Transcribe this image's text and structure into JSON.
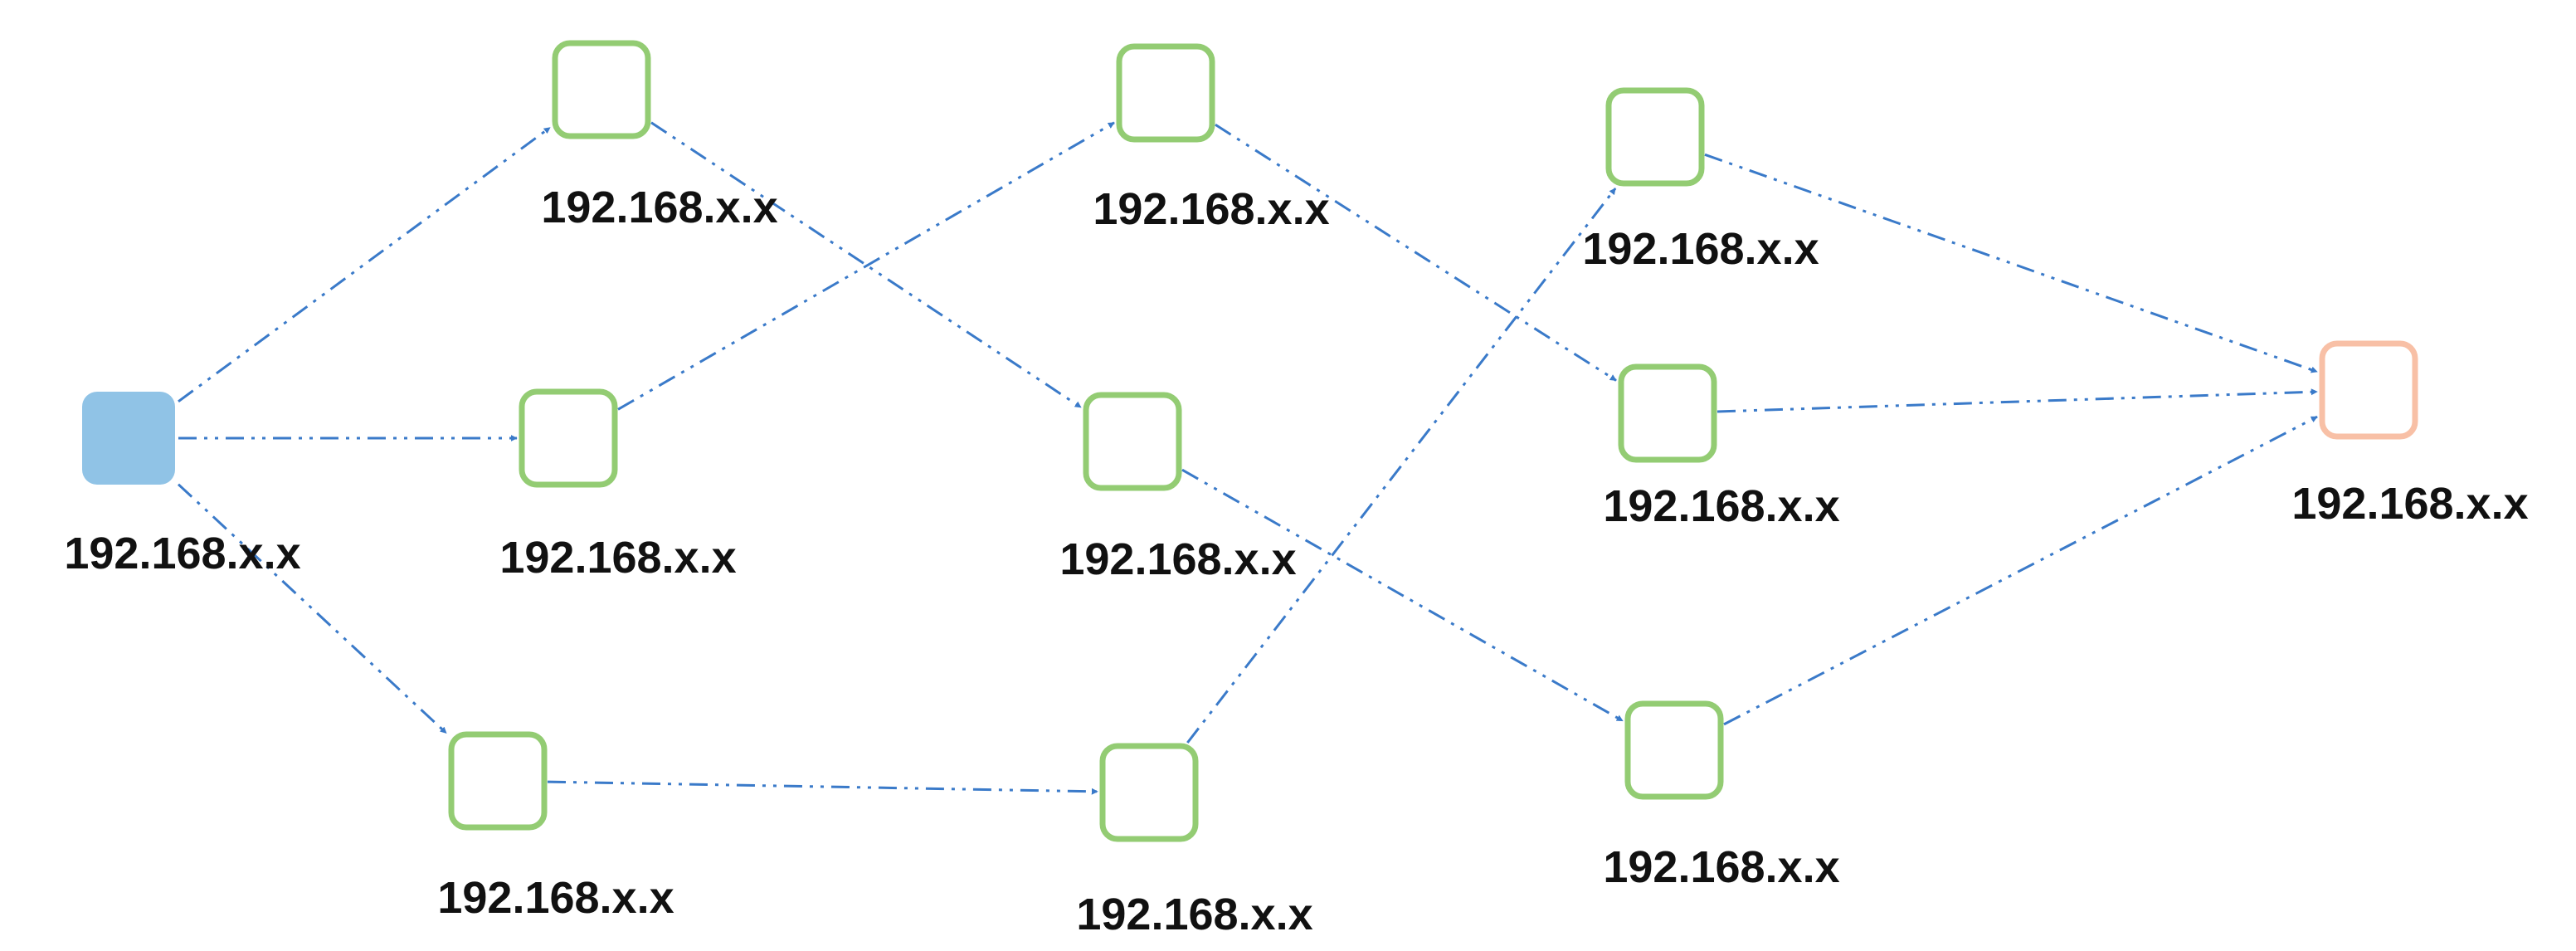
{
  "colors": {
    "source_fill": "#90c3e6",
    "host_stroke": "#93cc73",
    "target_stroke": "#f8c0a6",
    "edge": "#3a7ac9",
    "text": "#111111"
  },
  "nodes": [
    {
      "id": "n0",
      "label": "192.168.x.x",
      "role": "source"
    },
    {
      "id": "n1",
      "label": "192.168.x.x",
      "role": "host"
    },
    {
      "id": "n2",
      "label": "192.168.x.x",
      "role": "host"
    },
    {
      "id": "n3",
      "label": "192.168.x.x",
      "role": "host"
    },
    {
      "id": "n4",
      "label": "192.168.x.x",
      "role": "host"
    },
    {
      "id": "n5",
      "label": "192.168.x.x",
      "role": "host"
    },
    {
      "id": "n6",
      "label": "192.168.x.x",
      "role": "host"
    },
    {
      "id": "n7",
      "label": "192.168.x.x",
      "role": "host"
    },
    {
      "id": "n8",
      "label": "192.168.x.x",
      "role": "host"
    },
    {
      "id": "n9",
      "label": "192.168.x.x",
      "role": "host"
    },
    {
      "id": "n10",
      "label": "192.168.x.x",
      "role": "target"
    }
  ],
  "edges": [
    {
      "from": "n0",
      "to": "n1"
    },
    {
      "from": "n0",
      "to": "n2"
    },
    {
      "from": "n0",
      "to": "n3"
    },
    {
      "from": "n2",
      "to": "n4"
    },
    {
      "from": "n1",
      "to": "n5"
    },
    {
      "from": "n3",
      "to": "n6"
    },
    {
      "from": "n6",
      "to": "n7"
    },
    {
      "from": "n4",
      "to": "n8"
    },
    {
      "from": "n5",
      "to": "n9"
    },
    {
      "from": "n7",
      "to": "n10"
    },
    {
      "from": "n8",
      "to": "n10"
    },
    {
      "from": "n9",
      "to": "n10"
    }
  ]
}
